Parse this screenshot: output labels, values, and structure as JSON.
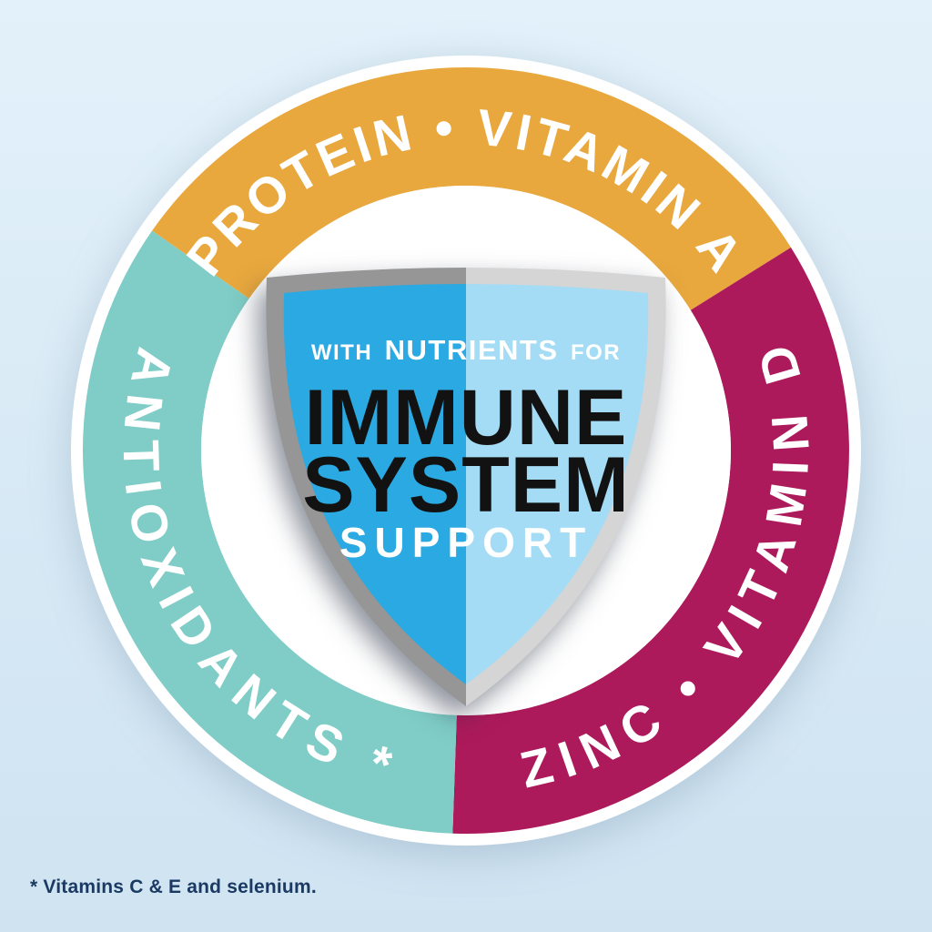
{
  "page": {
    "background_top_color": "#E3F1FA",
    "background_bottom_color": "#CFE3F1"
  },
  "badge": {
    "ring": {
      "text_color": "#FFFFFF",
      "segments": [
        {
          "name": "protein-vitamin-a",
          "label": "PROTEIN • VITAMIN A",
          "color": "#E9A83E",
          "position": "top"
        },
        {
          "name": "antioxidants",
          "label": "ANTIOXIDANTS *",
          "color": "#7FCDC6",
          "position": "left-bottom"
        },
        {
          "name": "zinc-vitamin-d",
          "label": "ZINC • VITAMIN D",
          "color": "#AC1A5B",
          "position": "right-bottom"
        }
      ]
    },
    "shield": {
      "tagline": {
        "prefix": "WITH",
        "emphasis": "NUTRIENTS",
        "suffix": "FOR"
      },
      "title_line1": "IMMUNE",
      "title_line2": "SYSTEM",
      "subtitle": "SUPPORT",
      "colors": {
        "left_fill": "#2AA9E2",
        "right_fill": "#A5DCF5",
        "border_left": "#969696",
        "border_right": "#D5D5D5",
        "title_color": "#121212",
        "tagline_color": "#FFFFFF",
        "subtitle_color": "#FFFFFF"
      }
    }
  },
  "footnote": {
    "text": "* Vitamins C & E and selenium.",
    "color": "#1B3A63"
  }
}
